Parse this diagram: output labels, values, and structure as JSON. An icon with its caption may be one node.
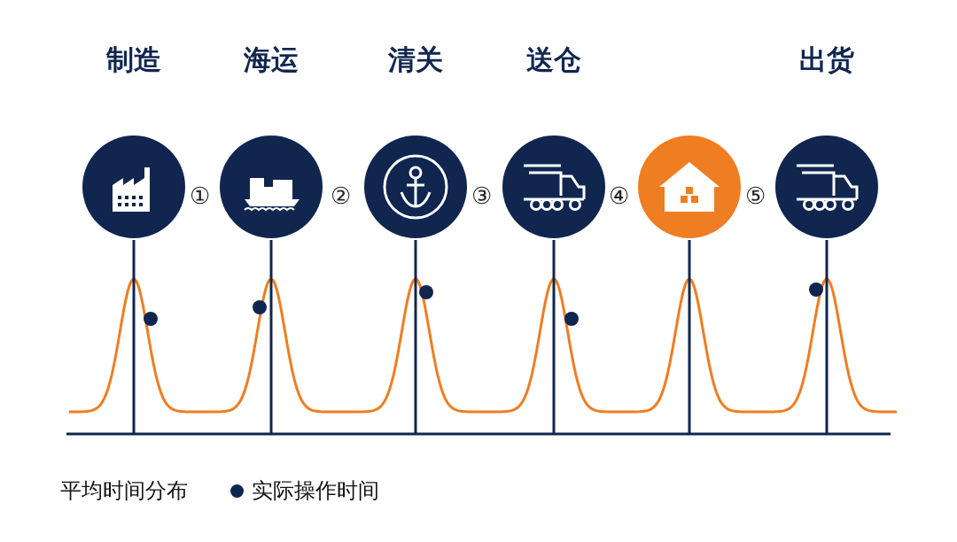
{
  "diagram": {
    "nodes": [
      {
        "text": [
          "制造"
        ]
      },
      {
        "text": [
          "海运"
        ]
      },
      {
        "text": [
          "清关"
        ]
      },
      {
        "text": [
          "送仓"
        ]
      },
      {
        "text": [],
        "shape": "circle"
      },
      {
        "text": [
          "出货"
        ]
      }
    ],
    "edges": [],
    "labels": [
      "①",
      "②",
      "③",
      "④",
      "⑤"
    ],
    "legend": [
      {
        "text": "平均时间分布"
      },
      {
        "text": "实际操作时间",
        "color": "#0e2650"
      }
    ]
  }
}
